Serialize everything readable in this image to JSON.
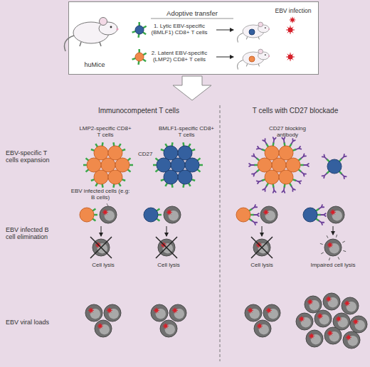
{
  "diagram": {
    "nodes": [
      {
        "text": [
          "huMice",
          "Adoptive transfer",
          "1. Lytic EBV-specific (BMLF1) CD8+ T cells",
          "2. Latent EBV-specific (LMP2) CD8+ T cells",
          "EBV infection"
        ]
      }
    ],
    "labels": [
      "Immunocompetent T cells",
      "T cells with CD27 blockade",
      "EBV-specific T cells expansion",
      "LMP2-specific CD8+ T cells",
      "CD27",
      "BMLF1-specific CD8+ T cells",
      "CD27 blocking antibody",
      "EBV infected B cell elimination",
      "EBV infected cells (e.g: B cells)",
      "Cell lysis",
      "Cell lysis",
      "Cell lysis",
      "Impaired cell lysis",
      "EBV viral loads"
    ]
  }
}
